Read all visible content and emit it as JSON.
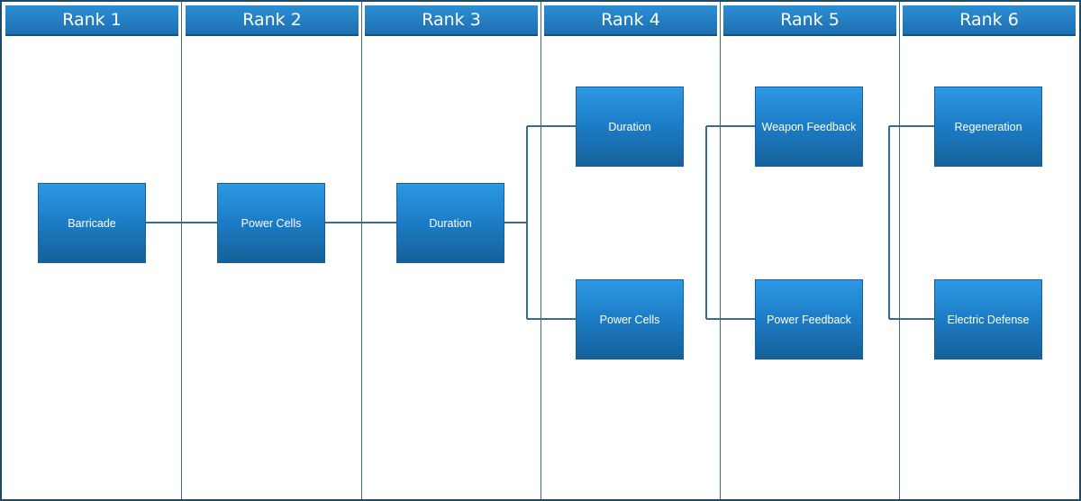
{
  "ranks": [
    {
      "label": "Rank 1"
    },
    {
      "label": "Rank 2"
    },
    {
      "label": "Rank 3"
    },
    {
      "label": "Rank 4"
    },
    {
      "label": "Rank 5"
    },
    {
      "label": "Rank 6"
    }
  ],
  "nodes": {
    "rank1": {
      "barricade": "Barricade"
    },
    "rank2": {
      "power_cells": "Power Cells"
    },
    "rank3": {
      "duration": "Duration"
    },
    "rank4": {
      "top": "Duration",
      "bottom": "Power Cells"
    },
    "rank5": {
      "top": "Weapon Feedback",
      "bottom": "Power Feedback"
    },
    "rank6": {
      "top": "Regeneration",
      "bottom": "Electric Defense"
    }
  },
  "colors": {
    "node_fill": "#1e7cc4",
    "header_fill": "#2386cf",
    "line": "#3d6a8a",
    "border": "#1e4a66"
  }
}
